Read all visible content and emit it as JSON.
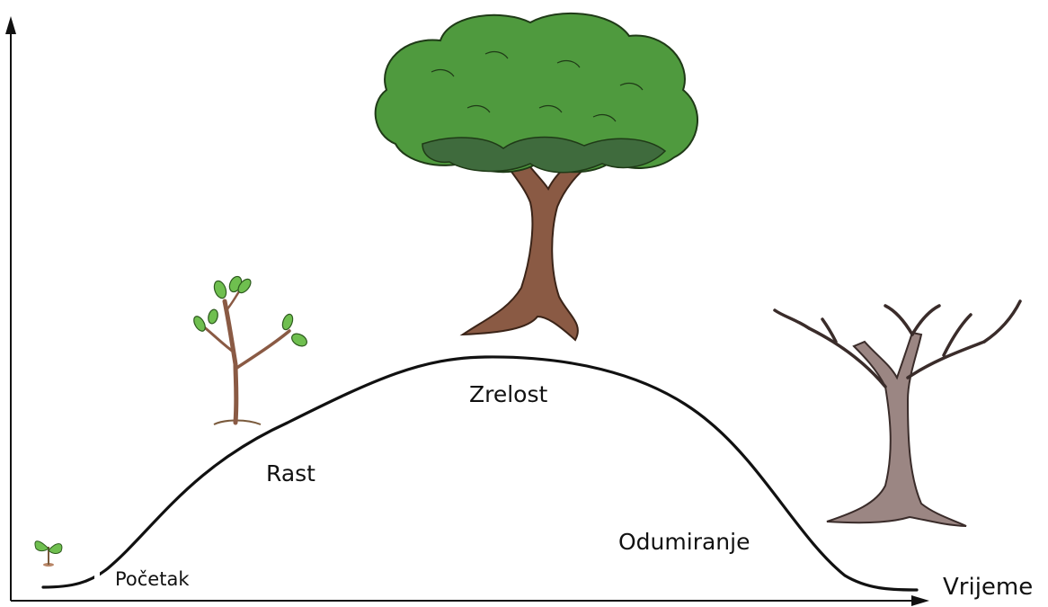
{
  "labels": {
    "stage_start": "Početak",
    "stage_growth": "Rast",
    "stage_maturity": "Zrelost",
    "stage_decline": "Odumiranje",
    "x_axis": "Vrijeme"
  },
  "colors": {
    "axis": "#111111",
    "curve": "#111111",
    "foliage": "#4f9a3e",
    "foliage_dark": "#3f6b3d",
    "bark": "#8a5a44",
    "dead_bark": "#9b8683",
    "leaf": "#6fbf4f"
  }
}
